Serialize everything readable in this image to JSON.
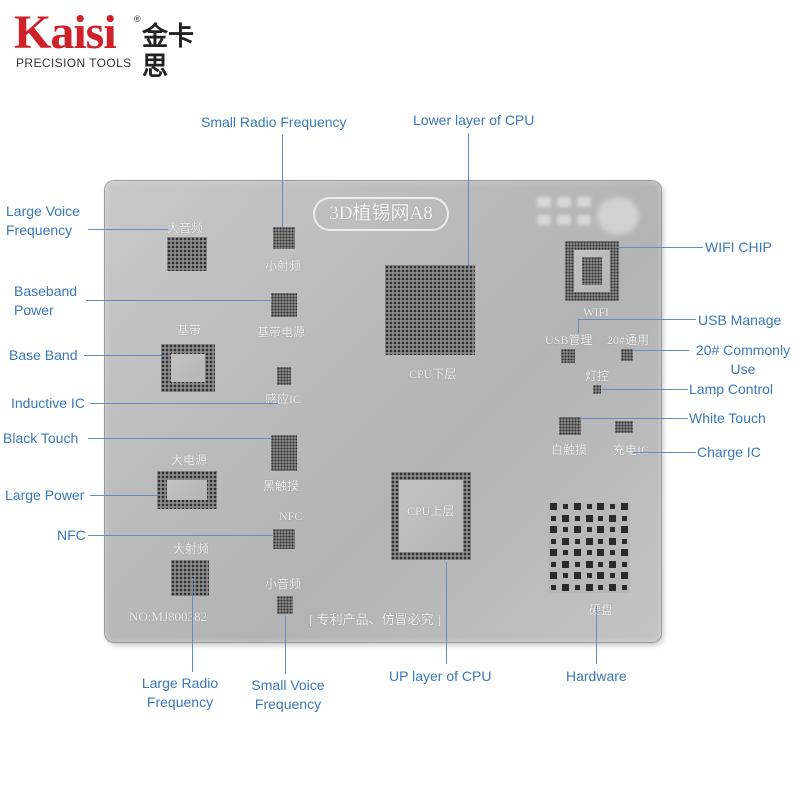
{
  "brand": {
    "wordmark": "Kaisi",
    "chinese": "金卡思",
    "registered": "®",
    "tagline": "PRECISION TOOLS"
  },
  "stencil": {
    "title": "3D植锡网A8",
    "model_no": "NO:MJ800382",
    "patent_text": "[ 专利产品、仿冒必究 ]",
    "etched": {
      "large_voice": "大音频",
      "small_radio": "小射频",
      "baseband_power": "基带电源",
      "baseband": "基带",
      "inductive": "感应IC",
      "black_touch": "黑触摸",
      "large_power": "大电源",
      "nfc": "NFC",
      "large_radio": "大射频",
      "small_voice": "小音频",
      "cpu_lower": "CPU下层",
      "cpu_upper": "CPU上层",
      "wifi": "WIFI",
      "usb": "USB管理",
      "common": "20#通用",
      "lamp": "灯控",
      "white_touch": "白触摸",
      "charge": "充电IC",
      "hardware": "硬盘"
    }
  },
  "callouts": {
    "large_voice": "Large Voice Frequency",
    "small_radio": "Small Radio Frequency",
    "cpu_lower": "Lower layer of CPU",
    "wifi_chip": "WIFI CHIP",
    "baseband_power": "Baseband Power",
    "usb_manage": "USB Manage",
    "base_band": "Base Band",
    "common_use": "20# Commonly Use",
    "lamp_control": "Lamp Control",
    "inductive_ic": "Inductive IC",
    "white_touch": "White Touch",
    "black_touch": "Black Touch",
    "charge_ic": "Charge IC",
    "large_power": "Large Power",
    "nfc": "NFC",
    "large_radio": "Large Radio Frequency",
    "small_voice": "Small Voice Frequency",
    "cpu_upper": "UP layer of CPU",
    "hardware": "Hardware"
  },
  "colors": {
    "callout_text": "#3a78b7",
    "callout_line": "#5d8fc6",
    "brand_red": "#d0202a"
  }
}
